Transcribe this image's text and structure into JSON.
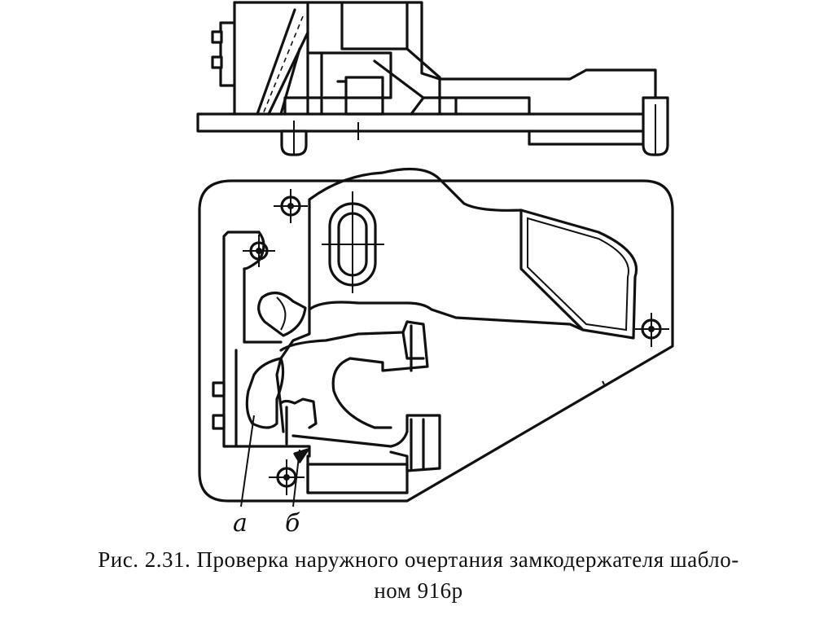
{
  "figure": {
    "labels": {
      "a": "а",
      "b": "б"
    },
    "ink_color": "#111111",
    "background_color": "#ffffff"
  },
  "caption": {
    "line1": "Рис. 2.31. Проверка наружного очертания замкодержателя шабло-",
    "line2": "ном 916р"
  }
}
